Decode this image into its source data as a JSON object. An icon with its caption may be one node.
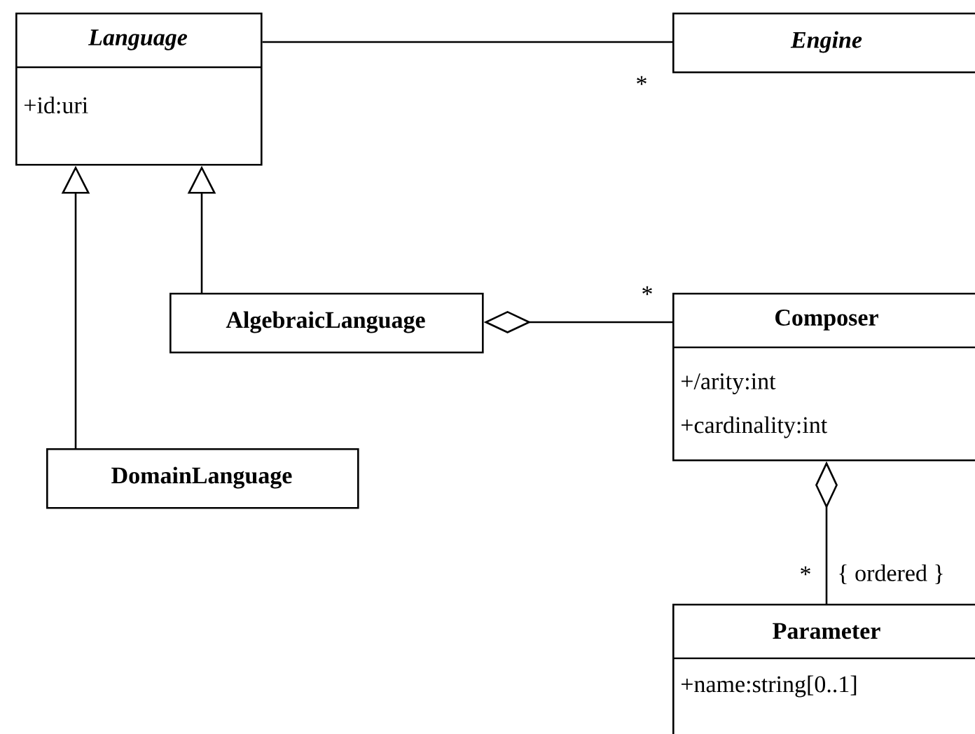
{
  "diagram": {
    "nodes": [
      {
        "text": [
          "Language",
          "+id:uri"
        ]
      },
      {
        "text": [
          "Engine"
        ]
      },
      {
        "text": [
          "AlgebraicLanguage"
        ]
      },
      {
        "text": [
          "Composer",
          "+/arity:int",
          "+cardinality:int"
        ]
      },
      {
        "text": [
          "DomainLanguage"
        ]
      },
      {
        "text": [
          "Parameter",
          "+name:string[0..1]"
        ]
      }
    ],
    "edges": [
      {
        "from": 0,
        "to": 1,
        "arrow": "none"
      },
      {
        "from": 4,
        "to": 0,
        "arrow": "to"
      },
      {
        "from": 2,
        "to": 0,
        "arrow": "to"
      },
      {
        "from": 3,
        "to": 2,
        "arrow": "other"
      },
      {
        "from": 5,
        "to": 3,
        "arrow": "other"
      }
    ],
    "labels": [
      "*",
      "*",
      "*",
      "{ ordered }"
    ]
  }
}
